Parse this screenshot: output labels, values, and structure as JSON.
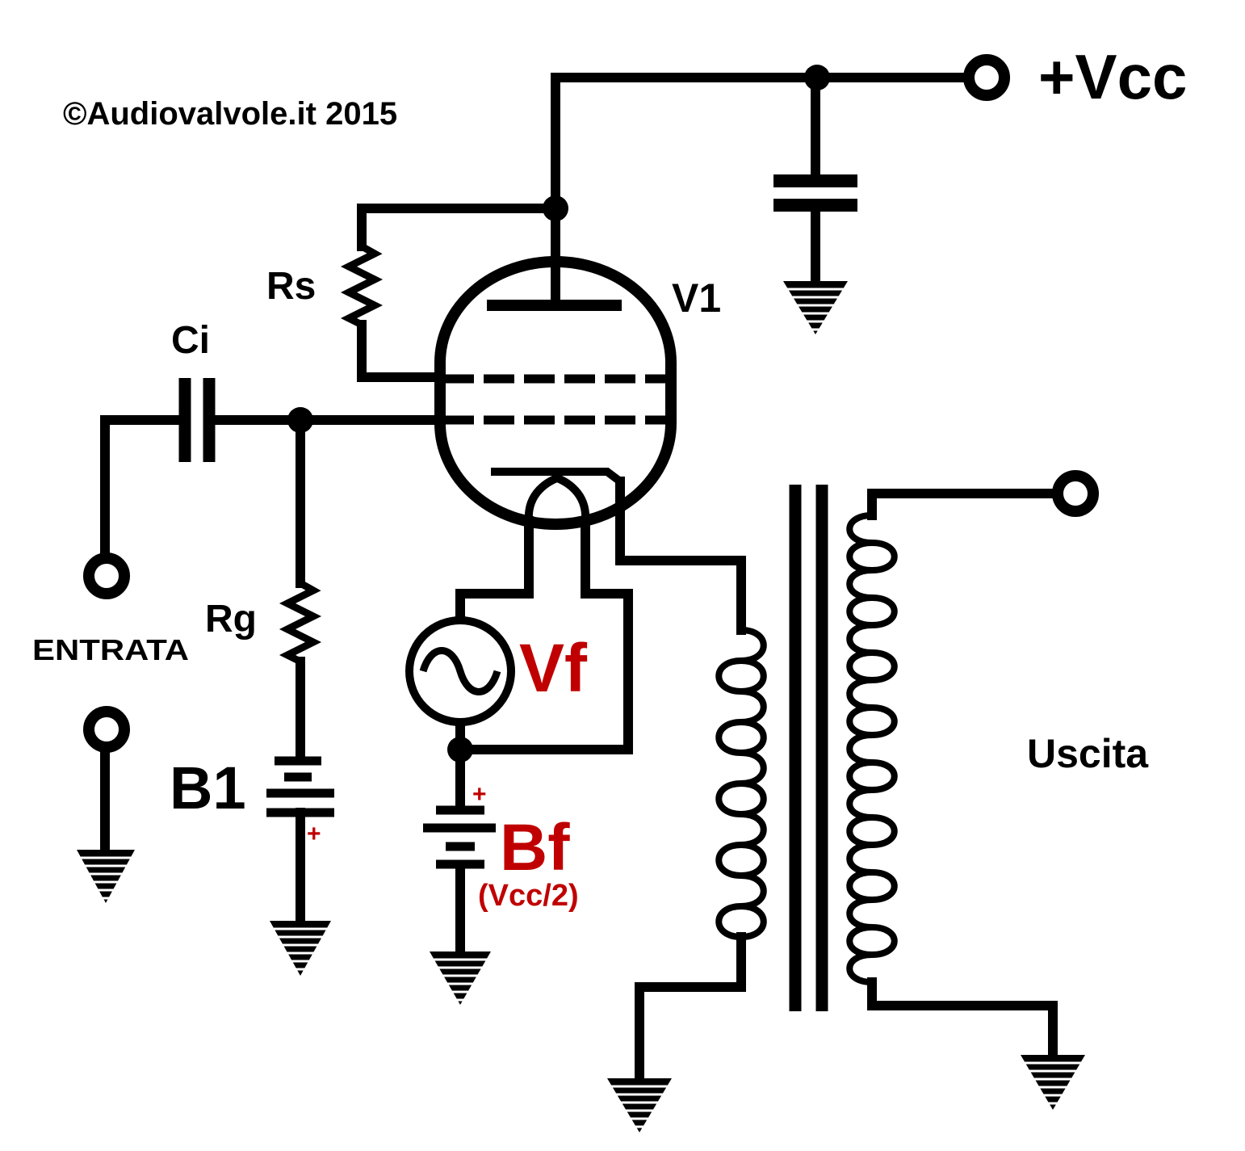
{
  "labels": {
    "copyright": "©Audiovalvole.it 2015",
    "vcc": "+Vcc",
    "rs": "Rs",
    "v1": "V1",
    "ci": "Ci",
    "rg": "Rg",
    "input": "ENTRATA",
    "b1": "B1",
    "b1_plus": "+",
    "vf": "Vf",
    "bf": "Bf",
    "bf_plus": "+",
    "bf_value": "(Vcc/2)",
    "output": "Uscita"
  },
  "colors": {
    "line": "#000000",
    "accent": "#c00000",
    "background": "#ffffff"
  }
}
